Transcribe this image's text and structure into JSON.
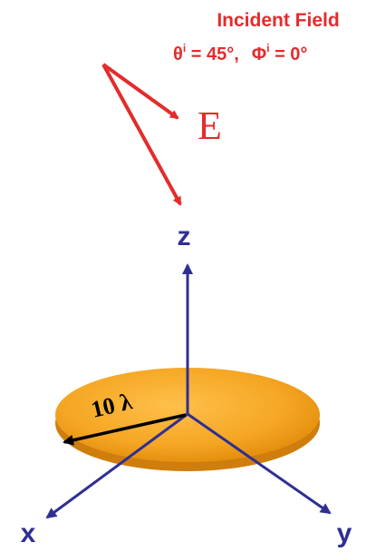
{
  "incident": {
    "title": "Incident Field",
    "theta_symbol": "θ",
    "theta_super": "i",
    "theta_value": " = 45°,",
    "phi_symbol": "Φ",
    "phi_super": "i",
    "phi_value": " = 0°",
    "e_label": "E"
  },
  "axes": {
    "z": "z",
    "x": "x",
    "y": "y"
  },
  "disk": {
    "radius_label": "10 λ"
  },
  "colors": {
    "incident": "#e32c2c",
    "axes": "#2f2f93",
    "disk_top": "#f5a623",
    "disk_side": "#d9860f",
    "radius_arrow": "#000000"
  }
}
